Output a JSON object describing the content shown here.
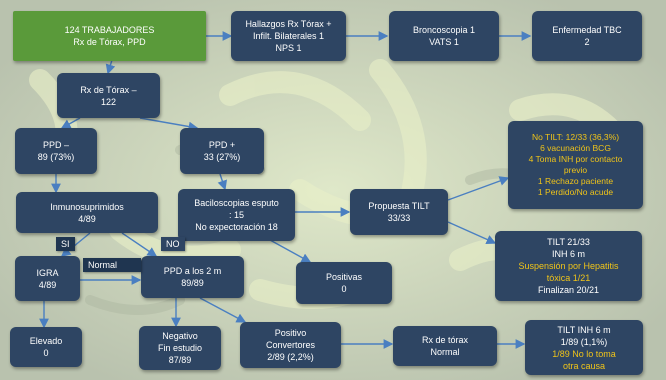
{
  "colors": {
    "node": "#2e4563",
    "start_node": "#5a9a3a",
    "arrow": "#4a7fc1",
    "highlight_text": "#f0c419"
  },
  "nodes": {
    "start": {
      "line1": "124 TRABAJADORES",
      "line2": "Rx de Tórax,  PPD"
    },
    "hallazgos": {
      "line1": "Hallazgos Rx Tórax +",
      "line2": "Infilt. Bilaterales 1",
      "line3": "NPS 1"
    },
    "broncoscopia": {
      "line1": "Broncoscopia 1",
      "line2": "VATS 1"
    },
    "enfermedad": {
      "line1": "Enfermedad  TBC",
      "line2": "2"
    },
    "rx_torax": {
      "line1": "Rx de Tórax –",
      "line2": "122"
    },
    "ppd_neg": {
      "line1": "PPD –",
      "line2": "89 (73%)"
    },
    "ppd_pos": {
      "line1": "PPD +",
      "line2": "33 (27%)"
    },
    "inmuno": {
      "line1": "Inmunosuprimidos",
      "line2": "4/89"
    },
    "bacilo": {
      "line1": "Baciloscopias esputo",
      "line2": ": 15",
      "line3": "No expectoración 18"
    },
    "propuesta": {
      "line1": "Propuesta TILT",
      "line2": "33/33"
    },
    "no_tilt": {
      "line1": "No  TILT: 12/33 (36,3%)",
      "line2": "6 vacunación BCG",
      "line3": "4 Toma INH por contacto",
      "line4": "previo",
      "line5": "1 Rechazo paciente",
      "line6": "1 Perdido/No acude"
    },
    "tilt": {
      "line1": "TILT 21/33",
      "line2": "INH 6 m",
      "line3": "Suspensión por Hepatitis",
      "line4": "tóxica 1/21",
      "line5": "Finalizan 20/21"
    },
    "igra": {
      "line1": "IGRA",
      "line2": "4/89"
    },
    "ppd2m": {
      "line1": "PPD a los 2 m",
      "line2": "89/89"
    },
    "positivas": {
      "line1": "Positivas",
      "line2": "0"
    },
    "elevado": {
      "line1": "Elevado",
      "line2": "0"
    },
    "negativo": {
      "line1": "Negativo",
      "line2": "Fin estudio",
      "line3": "87/89"
    },
    "positivo": {
      "line1": "Positivo",
      "line2": "Convertores",
      "line3": "2/89 (2,2%)"
    },
    "rx_normal": {
      "line1": "Rx de tórax",
      "line2": "Normal"
    },
    "tilt_inh": {
      "line1": "TILT INH  6 m",
      "line2": "1/89 (1,1%)",
      "line3": "1/89  No lo toma",
      "line4": "otra causa"
    }
  },
  "labels": {
    "si": "SI",
    "no": "NO",
    "normal": "Normal"
  }
}
